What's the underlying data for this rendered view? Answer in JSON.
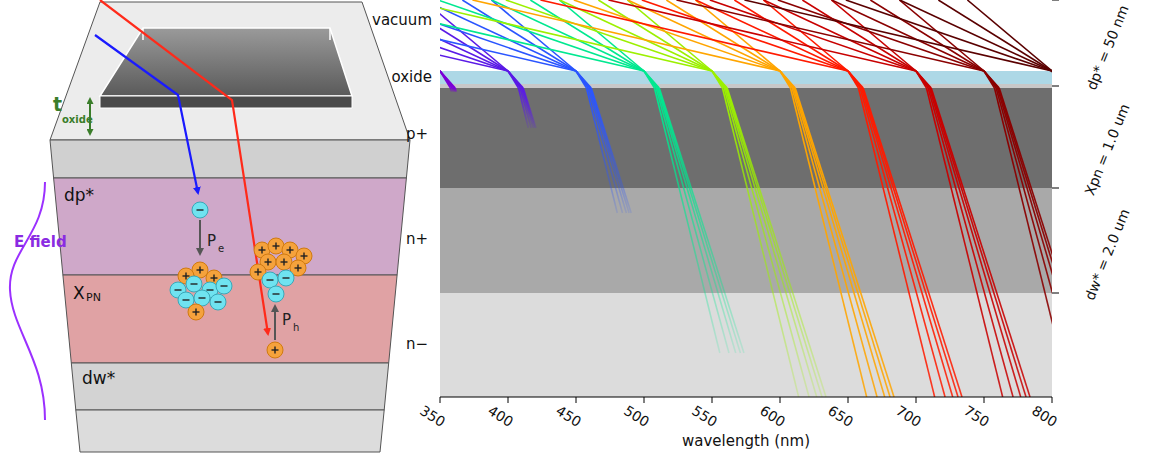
{
  "diagram": {
    "nodes": [
      {
        "text": [
          "dp*"
        ]
      },
      {
        "text": [
          "X",
          "PN"
        ]
      },
      {
        "text": [
          "dw*"
        ]
      },
      {
        "text": [
          "vacuum"
        ]
      },
      {
        "text": [
          "oxide"
        ]
      },
      {
        "text": [
          "p+"
        ]
      },
      {
        "text": [
          "n+"
        ]
      },
      {
        "text": [
          "n−"
        ]
      }
    ],
    "edges": [],
    "labels": [
      "t",
      "oxide",
      "E field",
      "P",
      "e",
      "P",
      "h",
      "dp* = 50 nm",
      "Xpn = 1.0 um",
      "dw* = 2.0 um",
      "350",
      "400",
      "450",
      "500",
      "550",
      "600",
      "650",
      "700",
      "750",
      "800",
      "wavelength (nm)"
    ]
  }
}
